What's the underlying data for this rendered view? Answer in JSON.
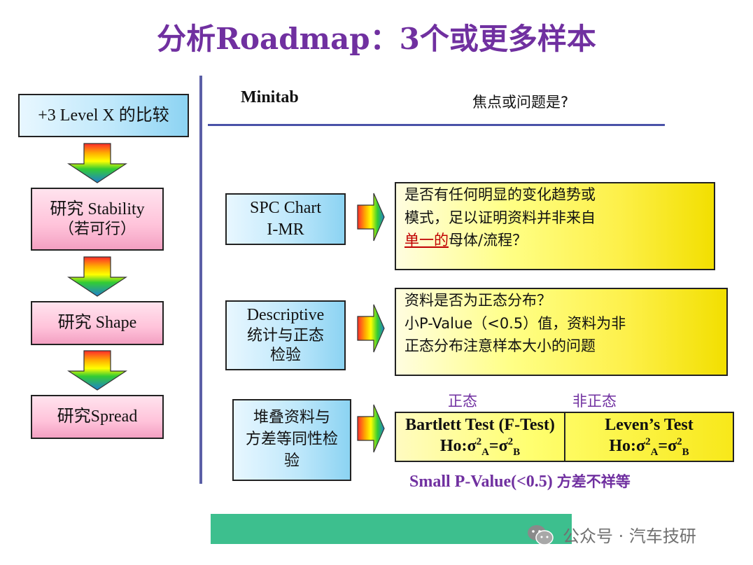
{
  "title": "分析Roadmap：3个或更多样本",
  "header": {
    "minitab": "Minitab",
    "focus": "焦点或问题是?"
  },
  "left_steps": [
    "+3 Level X 的比较",
    "研究 Stability",
    "（若可行）",
    "研究 Shape",
    "研究Spread"
  ],
  "tools": {
    "spc": [
      "SPC Chart",
      "I-MR"
    ],
    "descriptive": [
      "Descriptive",
      "统计与正态",
      "检验"
    ],
    "stacking": [
      "堆叠资料与",
      "方差等同性检",
      "验"
    ]
  },
  "questions": {
    "q1": {
      "line1": "是否有任何明显的变化趋势或",
      "line2": "模式，足以证明资料并非来自",
      "highlight": "单一的",
      "line3_rest": "母体/流程？"
    },
    "q2": [
      "资料是否为正态分布？",
      "小P-Value（<0.5）值，资料为非",
      "正态分布注意样本大小的问题"
    ]
  },
  "tests": {
    "normal_label": "正态",
    "nonnormal_label": "非正态",
    "bartlett": {
      "name": "Bartlett Test (F-Test)",
      "ho": "Ho:σ",
      "sq": "2",
      "subA": "A",
      "eq": "=σ",
      "subB": "B"
    },
    "levene": {
      "name": "Leven’s Test",
      "ho": "Ho:σ",
      "sq": "2",
      "subA": "A",
      "eq": "=σ",
      "subB": "B"
    },
    "footnote_en": "Small P-Value(<0.5) ",
    "footnote_cn": "方差不祥等"
  },
  "watermark": "公众号 · 汽车技研",
  "colors": {
    "title": "#7030a0",
    "accent_line": "#4a52a8",
    "green_bar": "#3dbf8e",
    "highlight_red": "#c00000"
  }
}
